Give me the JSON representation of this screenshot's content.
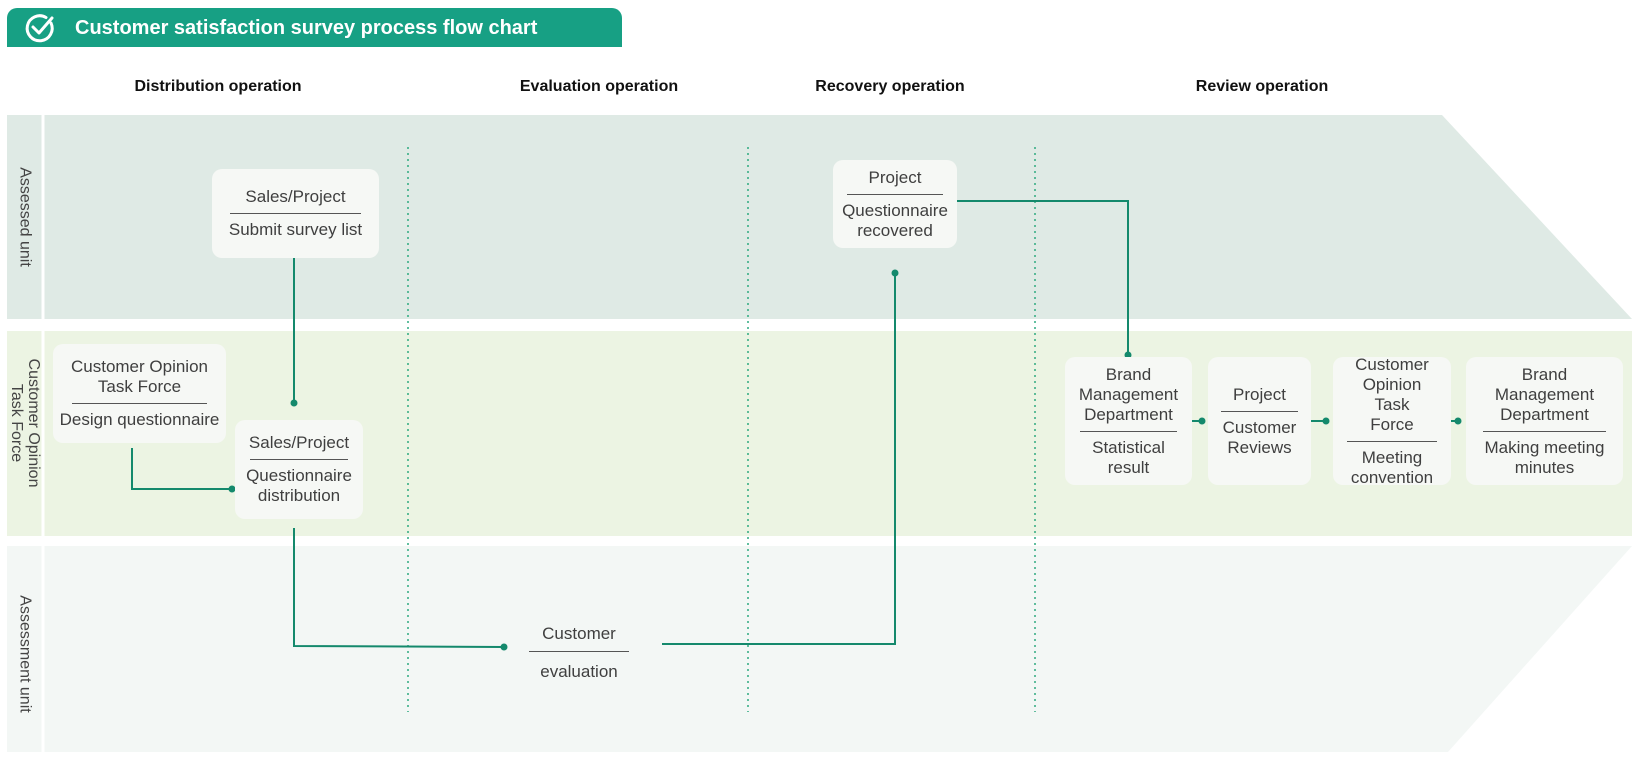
{
  "title": "Customer satisfaction survey process flow chart",
  "icons": {
    "title": "check-circle-icon"
  },
  "colors": {
    "accent": "#17a084",
    "lane_assessed": "#dfeae5",
    "lane_task_force": "#ecf4e3",
    "lane_assessment": "#f3f7f5",
    "connector": "#14896c"
  },
  "columns": [
    "Distribution operation",
    "Evaluation operation",
    "Recovery operation",
    "Review operation"
  ],
  "lanes": {
    "assessed_unit": "Assessed unit",
    "task_force_line1": "Customer Opinion",
    "task_force_line2": "Task Force",
    "assessment_unit": "Assessment unit"
  },
  "nodes": {
    "submit_survey": {
      "role": "Sales/Project",
      "task": "Submit survey list"
    },
    "design_questionnaire": {
      "role_line1": "Customer Opinion",
      "role_line2": "Task Force",
      "task": "Design questionnaire"
    },
    "distribution": {
      "role": "Sales/Project",
      "task_line1": "Questionnaire",
      "task_line2": "distribution"
    },
    "customer_evaluation": {
      "top": "Customer",
      "bottom": "evaluation"
    },
    "recovered": {
      "role": "Project",
      "task_line1": "Questionnaire",
      "task_line2": "recovered"
    },
    "statistical": {
      "role_line1": "Brand",
      "role_line2": "Management",
      "role_line3": "Department",
      "task_line1": "Statistical",
      "task_line2": "result"
    },
    "reviews": {
      "role": "Project",
      "task_line1": "Customer",
      "task_line2": "Reviews"
    },
    "meeting": {
      "role_line1": "Customer",
      "role_line2": "Opinion Task",
      "role_line3": "Force",
      "task_line1": "Meeting",
      "task_line2": "convention"
    },
    "minutes": {
      "role_line1": "Brand",
      "role_line2": "Management",
      "role_line3": "Department",
      "task_line1": "Making meeting",
      "task_line2": "minutes"
    }
  }
}
